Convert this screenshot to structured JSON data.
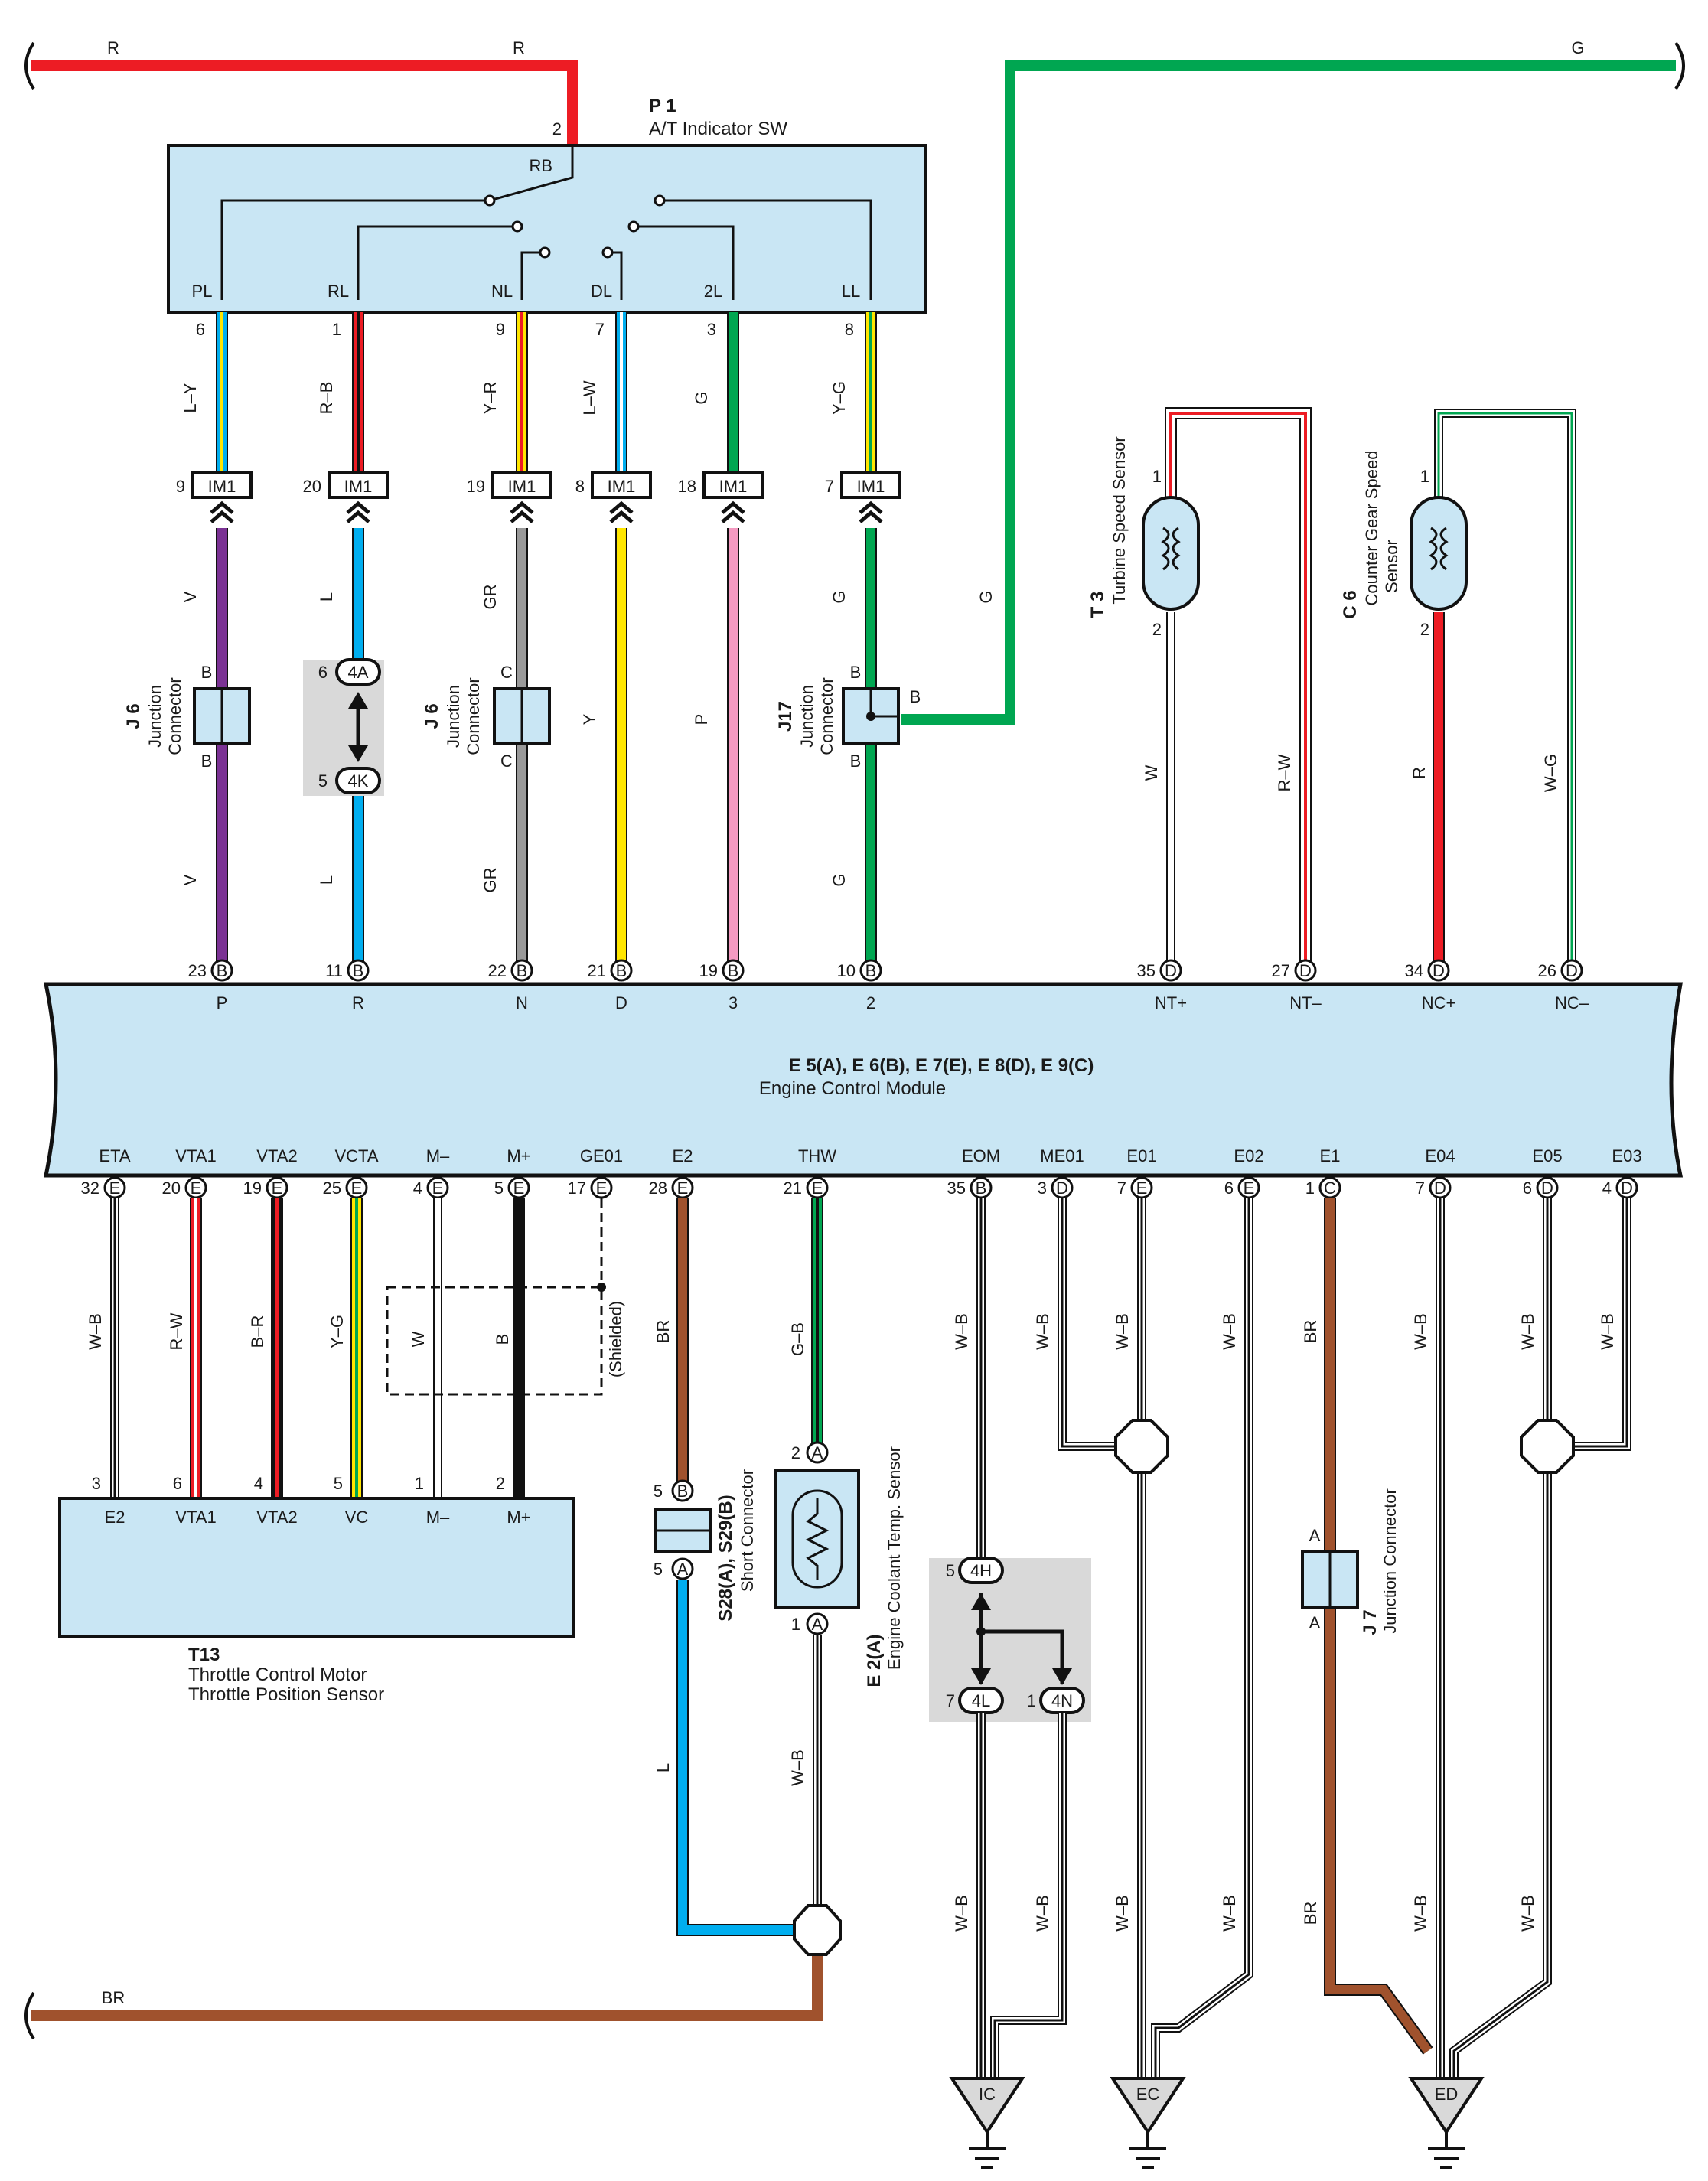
{
  "colors": {
    "R": "#ed1c24",
    "G": "#00a651",
    "Y": "#ffe600",
    "L": "#00aeef",
    "V": "#7b3294",
    "GR": "#999999",
    "P": "#f49ac1",
    "BR": "#a0522d",
    "W": "#ffffff",
    "B": "#111111",
    "box_fill": "#c9e6f4",
    "ground_fill": "#d9d9d9"
  },
  "top_wires": {
    "left_r1": "R",
    "left_r2": "R",
    "right_g": "G"
  },
  "p1": {
    "id": "P 1",
    "name": "A/T Indicator SW",
    "pin_in": "2",
    "rb": "RB",
    "terminals": [
      {
        "label": "PL",
        "pin": "6",
        "wire": "L–Y"
      },
      {
        "label": "RL",
        "pin": "1",
        "wire": "R–B"
      },
      {
        "label": "NL",
        "pin": "9",
        "wire": "Y–R"
      },
      {
        "label": "DL",
        "pin": "7",
        "wire": "L–W"
      },
      {
        "label": "2L",
        "pin": "3",
        "wire": "G"
      },
      {
        "label": "LL",
        "pin": "8",
        "wire": "Y–G"
      }
    ]
  },
  "im1": [
    {
      "pin": "9",
      "tag": "IM1",
      "below": "V"
    },
    {
      "pin": "20",
      "tag": "IM1",
      "below": "L"
    },
    {
      "pin": "19",
      "tag": "IM1",
      "below": "GR"
    },
    {
      "pin": "8",
      "tag": "IM1",
      "below": "Y"
    },
    {
      "pin": "18",
      "tag": "IM1",
      "below": "P"
    },
    {
      "pin": "7",
      "tag": "IM1",
      "below": "G"
    }
  ],
  "junctions_upper": {
    "j6a": {
      "id": "J 6",
      "name": "Junction",
      "name2": "Connector",
      "top": "B",
      "bot": "B",
      "wire_after": "V"
    },
    "c4": {
      "p_top": "6",
      "t_top": "4A",
      "p_bot": "5",
      "t_bot": "4K",
      "wire_after": "L"
    },
    "j6b": {
      "id": "J 6",
      "name": "Junction",
      "name2": "Connector",
      "top": "C",
      "bot": "C",
      "wire_after": "GR"
    },
    "j17": {
      "id": "J17",
      "name": "Junction",
      "name2": "Connector",
      "top": "B",
      "bot": "B",
      "side": "B",
      "wire_after": "G",
      "side_wire": "G"
    }
  },
  "sensors_top": {
    "t3": {
      "id": "T 3",
      "name": "Turbine Speed Sensor",
      "p1": "1",
      "p2": "2",
      "wire1": "W",
      "wire2": "R–W"
    },
    "c6": {
      "id": "C 6",
      "name": "Counter Gear Speed",
      "name2": "Sensor",
      "p1": "1",
      "p2": "2",
      "wire1": "R",
      "wire2": "W–G"
    }
  },
  "ecm": {
    "title": "E 5(A), E 6(B), E 7(E), E 8(D), E 9(C)",
    "name": "Engine Control Module",
    "top_pins": [
      {
        "pin": "23",
        "conn": "B",
        "sig": "P"
      },
      {
        "pin": "11",
        "conn": "B",
        "sig": "R"
      },
      {
        "pin": "22",
        "conn": "B",
        "sig": "N"
      },
      {
        "pin": "21",
        "conn": "B",
        "sig": "D"
      },
      {
        "pin": "19",
        "conn": "B",
        "sig": "3"
      },
      {
        "pin": "10",
        "conn": "B",
        "sig": "2"
      },
      {
        "pin": "35",
        "conn": "D",
        "sig": "NT+"
      },
      {
        "pin": "27",
        "conn": "D",
        "sig": "NT–"
      },
      {
        "pin": "34",
        "conn": "D",
        "sig": "NC+"
      },
      {
        "pin": "26",
        "conn": "D",
        "sig": "NC–"
      }
    ],
    "bottom_pins": [
      {
        "pin": "32",
        "conn": "E",
        "sig": "ETA",
        "wire": "W–B"
      },
      {
        "pin": "20",
        "conn": "E",
        "sig": "VTA1",
        "wire": "R–W"
      },
      {
        "pin": "19",
        "conn": "E",
        "sig": "VTA2",
        "wire": "B–R"
      },
      {
        "pin": "25",
        "conn": "E",
        "sig": "VCTA",
        "wire": "Y–G"
      },
      {
        "pin": "4",
        "conn": "E",
        "sig": "M–",
        "wire": "W"
      },
      {
        "pin": "5",
        "conn": "E",
        "sig": "M+",
        "wire": "B"
      },
      {
        "pin": "17",
        "conn": "E",
        "sig": "GE01",
        "wire": "(Shielded)"
      },
      {
        "pin": "28",
        "conn": "E",
        "sig": "E2",
        "wire": "BR"
      },
      {
        "pin": "21",
        "conn": "E",
        "sig": "THW",
        "wire": "G–B"
      },
      {
        "pin": "35",
        "conn": "B",
        "sig": "EOM",
        "wire": "W–B"
      },
      {
        "pin": "3",
        "conn": "D",
        "sig": "ME01",
        "wire": "W–B"
      },
      {
        "pin": "7",
        "conn": "E",
        "sig": "E01",
        "wire": "W–B"
      },
      {
        "pin": "6",
        "conn": "E",
        "sig": "E02",
        "wire": "W–B"
      },
      {
        "pin": "1",
        "conn": "C",
        "sig": "E1",
        "wire": "BR"
      },
      {
        "pin": "7",
        "conn": "D",
        "sig": "E04",
        "wire": "W–B"
      },
      {
        "pin": "6",
        "conn": "D",
        "sig": "E05",
        "wire": "W–B"
      },
      {
        "pin": "4",
        "conn": "D",
        "sig": "E03",
        "wire": "W–B"
      }
    ]
  },
  "t13": {
    "id": "T13",
    "name": "Throttle Control Motor",
    "name2": "Throttle Position Sensor",
    "terms": [
      {
        "pin": "3",
        "sig": "E2"
      },
      {
        "pin": "6",
        "sig": "VTA1"
      },
      {
        "pin": "4",
        "sig": "VTA2"
      },
      {
        "pin": "5",
        "sig": "VC"
      },
      {
        "pin": "1",
        "sig": "M–"
      },
      {
        "pin": "2",
        "sig": "M+"
      }
    ]
  },
  "s28": {
    "id": "S28(A), S29(B)",
    "name": "Short Connector",
    "p_top": "5",
    "t_top": "B",
    "p_bot": "5",
    "t_bot": "A",
    "wire_after": "L"
  },
  "e2": {
    "id": "E 2(A)",
    "name": "Engine Coolant Temp.  Sensor",
    "p_top": "2",
    "t_top": "A",
    "p_bot": "1",
    "t_bot": "A",
    "wire_after": "W–B"
  },
  "c4h": {
    "p_top": "5",
    "t_top": "4H",
    "p_l": "7",
    "t_l": "4L",
    "p_r": "1",
    "t_r": "4N",
    "wire_l": "W–B",
    "wire_r": "W–B"
  },
  "j7": {
    "id": "J 7",
    "name": "Junction Connector",
    "top": "A",
    "bot": "A",
    "wire_after": "BR"
  },
  "lower_wire_labels": {
    "ec1": "W–B",
    "ec2": "W–B",
    "ed1": "W–B",
    "ed2": "W–B"
  },
  "bottom_br": "BR",
  "grounds": [
    {
      "tag": "IC"
    },
    {
      "tag": "EC"
    },
    {
      "tag": "ED"
    }
  ]
}
